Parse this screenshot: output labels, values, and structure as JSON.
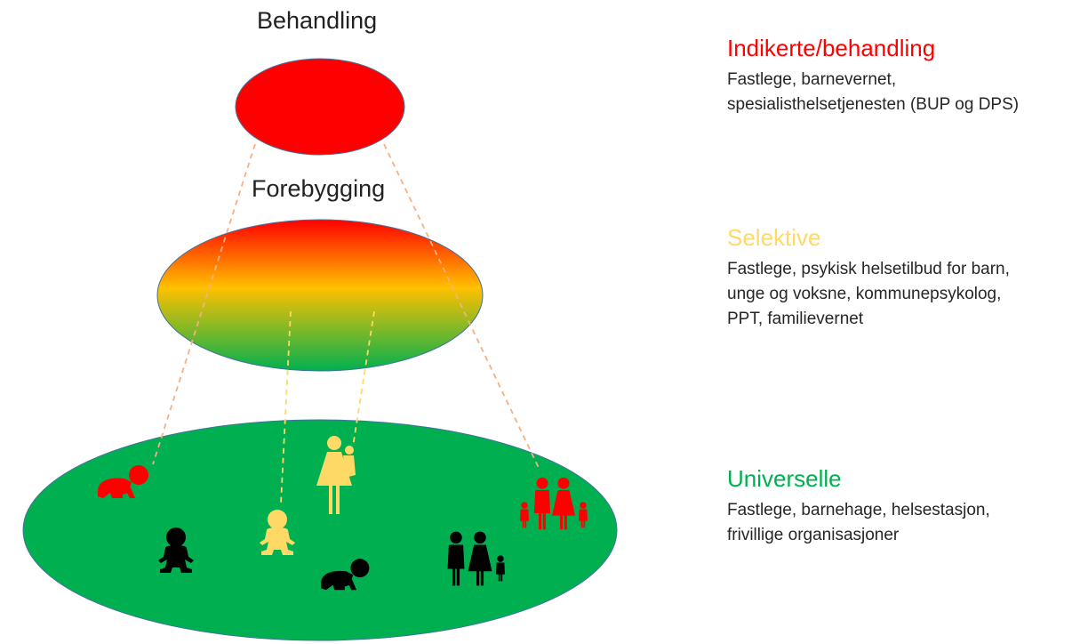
{
  "diagram": {
    "labels": {
      "top": "Behandling",
      "middle": "Forebygging"
    },
    "tiers": [
      {
        "heading": "Indikerte/behandling",
        "lines": [
          "Fastlege, barnevernet,",
          "spesialisthelsetjenesten (BUP og DPS)"
        ]
      },
      {
        "heading": "Selektive",
        "lines": [
          "Fastlege, psykisk helsetilbud for barn,",
          "unge og voksne, kommunepsykolog,",
          "PPT, familievernet"
        ]
      },
      {
        "heading": "Universelle",
        "lines": [
          "Fastlege, barnehage, helsestasjon,",
          "frivillige organisasjoner"
        ]
      }
    ],
    "colors": {
      "treatment": "#ff0000",
      "selective": "#ffd966",
      "universal": "#00b050",
      "black": "#000000",
      "connector": "#f4b183",
      "outline": "#41719c"
    },
    "icons": [
      "crawling-baby-icon",
      "sitting-baby-icon",
      "parent-with-child-icon",
      "family-icon"
    ]
  }
}
